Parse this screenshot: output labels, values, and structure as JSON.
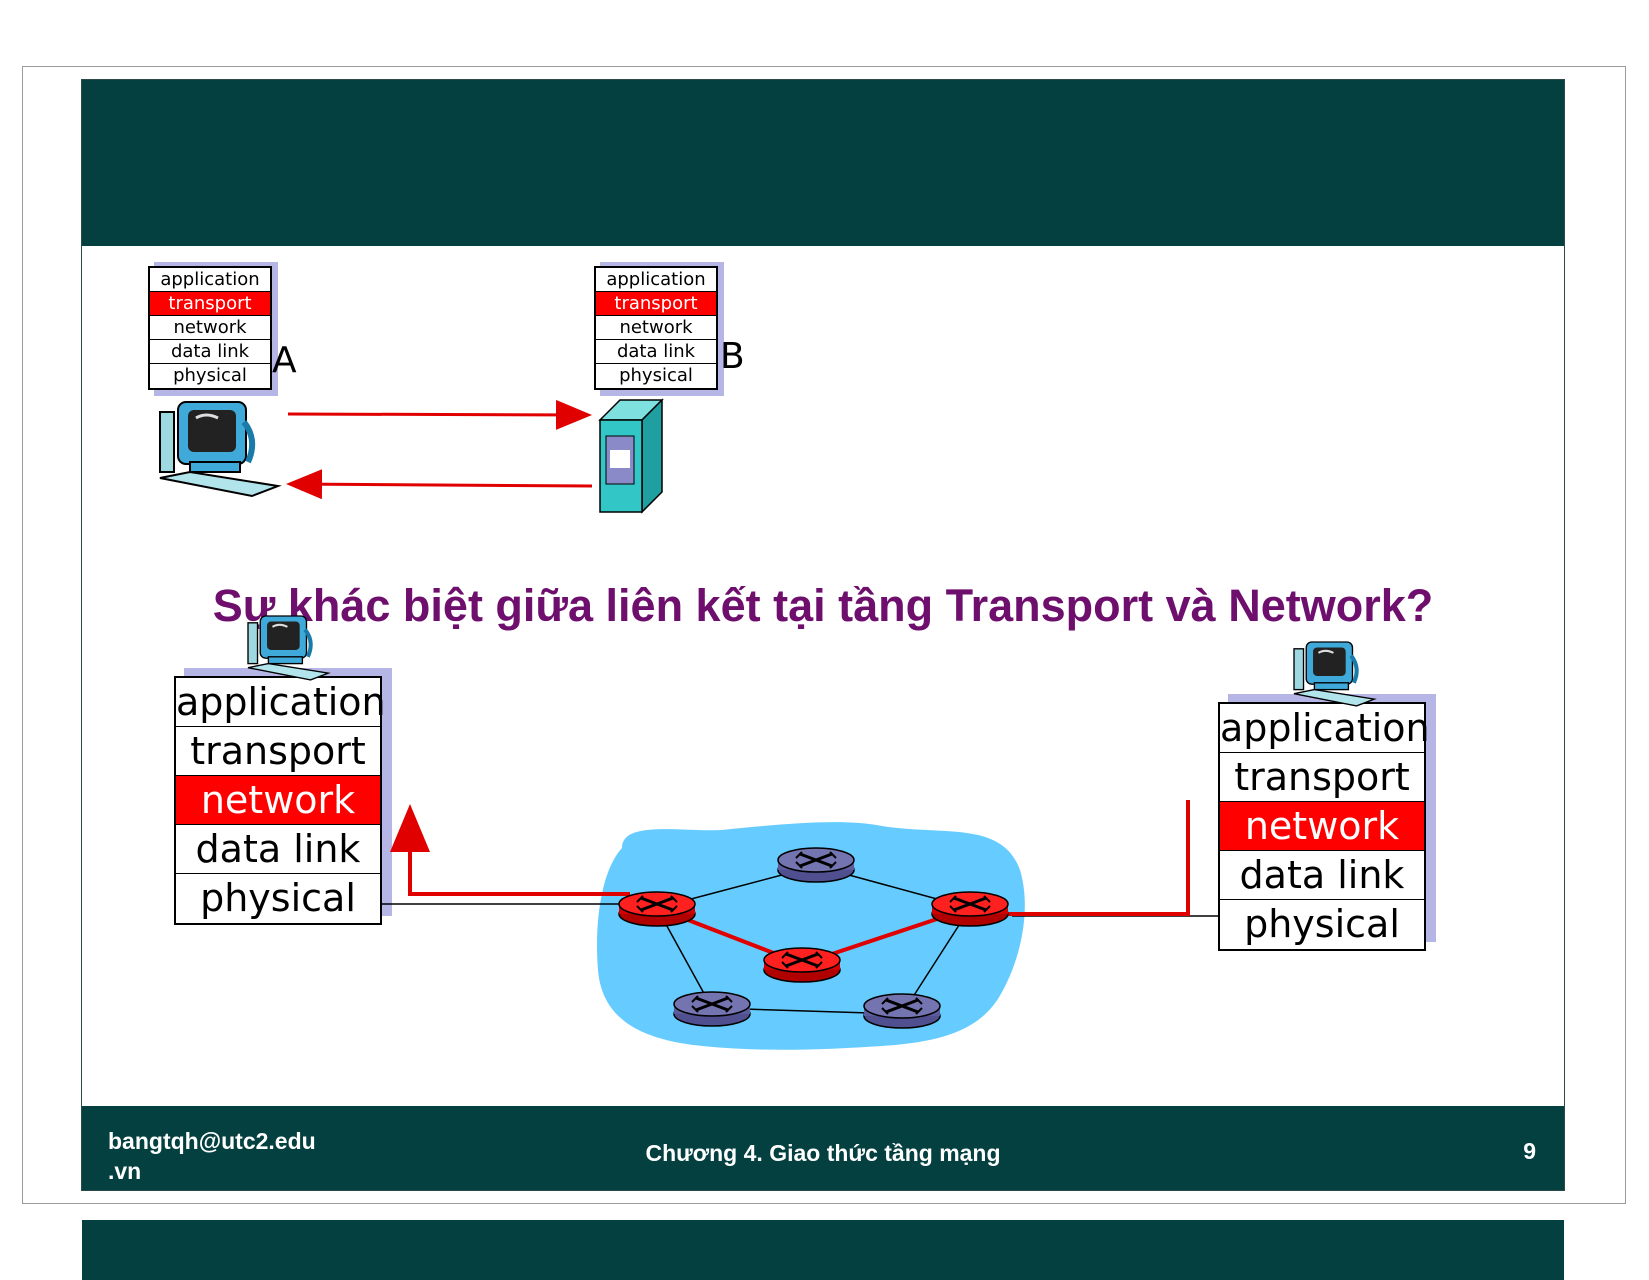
{
  "slide": {
    "question": "Sự khác biệt giữa liên kết tại tầng Transport và Network?",
    "footer": {
      "email_line1": "bangtqh@utc2.edu",
      "email_line2": ".vn",
      "chapter": "Chương 4. Giao thức tầng mạng",
      "page": "9"
    }
  },
  "top_diagram": {
    "host_a_label": "A",
    "host_b_label": "B",
    "stack_a": [
      "application",
      "transport",
      "network",
      "data link",
      "physical"
    ],
    "stack_b": [
      "application",
      "transport",
      "network",
      "data link",
      "physical"
    ],
    "highlighted_layer": "transport"
  },
  "bottom_diagram": {
    "stack_left": [
      "application",
      "transport",
      "network",
      "data link",
      "physical"
    ],
    "stack_right": [
      "application",
      "transport",
      "network",
      "data link",
      "physical"
    ],
    "highlighted_layer": "network"
  },
  "colors": {
    "header": "#044040",
    "question": "#6e0f6e",
    "highlight": "#ff0000",
    "cloud": "#66ccff",
    "router_active": "#ff2020",
    "router_idle": "#7474b0"
  }
}
